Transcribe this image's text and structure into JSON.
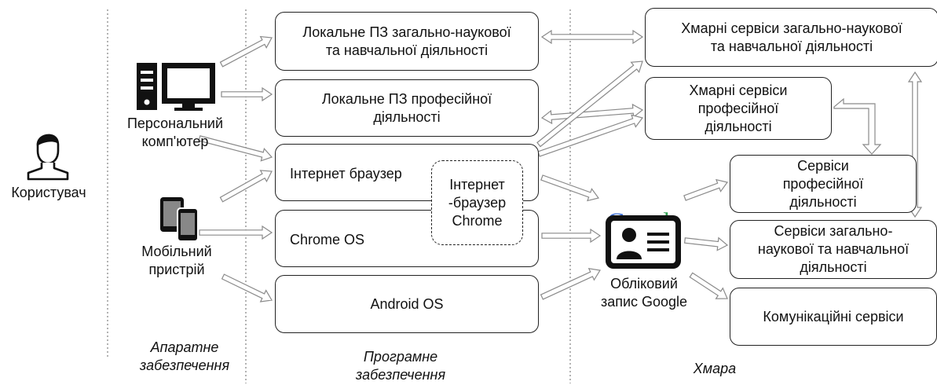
{
  "actors": {
    "user": "Користувач",
    "pc": "Персональний\nкомп'ютер",
    "mobile": "Мобільний\nпристрій"
  },
  "columns": {
    "hardware": "Апаратне\nзабезпечення",
    "software": "Програмне\nзабезпечення",
    "cloud": "Хмара"
  },
  "software": {
    "local_science": "Локальне ПЗ загально-наукової\nта навчальної діяльності",
    "local_prof": "Локальне ПЗ професійної\nдіяльності",
    "browser": "Інтернет браузер",
    "chrome_browser": "Інтернет\n-браузер\nChrome",
    "chrome_os": "Chrome OS",
    "android_os": "Android OS"
  },
  "cloud": {
    "cloud_science": "Хмарні сервіси загально-наукової\nта навчальної діяльності",
    "cloud_prof": "Хмарні сервіси\nпрофесійної\nдіяльності",
    "google_logo": "Google",
    "google_account": "Обліковий\nзапис Google",
    "svc_prof": "Сервіси\nпрофесійної\nдіяльності",
    "svc_science": "Сервіси загально-\nнаукової та навчальної\nдіяльності",
    "svc_comm": "Комунікаційні сервіси"
  },
  "colors": {
    "google_blue": "#3C6FD8",
    "google_red": "#D93A2B",
    "google_yellow": "#E6A800",
    "google_green": "#2E9E4F",
    "arrow_stroke": "#8a8a8a"
  },
  "icons": [
    "user-icon",
    "desktop-computer-icon",
    "mobile-devices-icon",
    "google-id-card-icon"
  ]
}
